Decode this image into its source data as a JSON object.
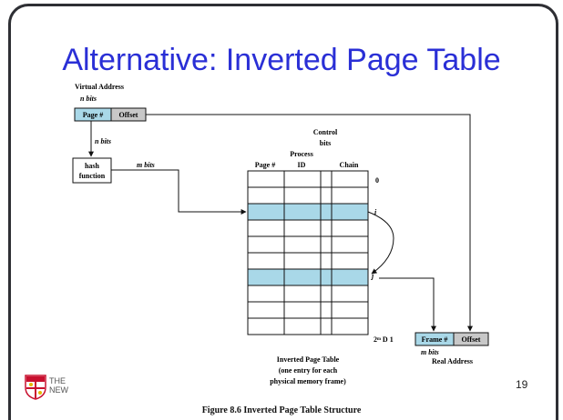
{
  "slide": {
    "title": "Alternative: Inverted Page Table",
    "slide_number": "19",
    "caption": "Figure 8.6  Inverted Page Table Structure",
    "logo_text": [
      "THE",
      "NEW"
    ],
    "title_color": "#2a2fd6"
  },
  "diagram": {
    "virtual_address_label": "Virtual Address",
    "n_bits_top": "n bits",
    "page_field": "Page #",
    "offset_field": "Offset",
    "n_bits_mid": "n bits",
    "hash_box": [
      "hash",
      "function"
    ],
    "m_bits_hash": "m bits",
    "col_control": [
      "Control",
      "bits"
    ],
    "col_process": [
      "Process",
      "ID"
    ],
    "col_page": "Page #",
    "col_chain": "Chain",
    "row_label_0": "0",
    "row_label_i": "i",
    "row_label_j": "j",
    "row_label_last": "2ᵐ D 1",
    "frame_field": "Frame #",
    "real_offset_field": "Offset",
    "m_bits_real": "m bits",
    "real_address_label": "Real Address",
    "table_caption": [
      "Inverted Page Table",
      "(one entry for each",
      "physical memory frame)"
    ],
    "highlight_color": "#a9d8e8",
    "offset_color": "#c8c8c8"
  }
}
